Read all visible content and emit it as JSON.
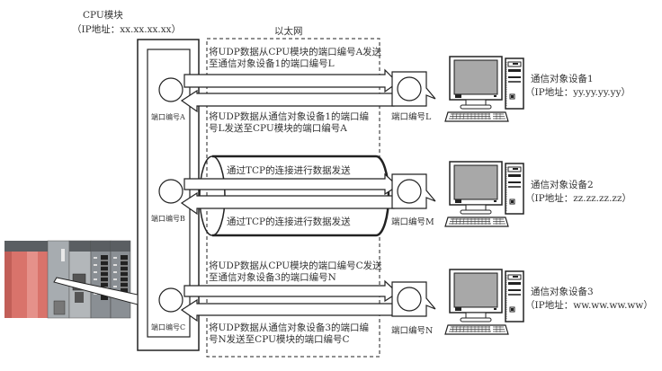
{
  "cpu_module": {
    "title": "CPU模块",
    "ip": "（IP地址：xx.xx.xx.xx）"
  },
  "network_label": "以太网",
  "cpu_ports": [
    {
      "label": "端口编号A"
    },
    {
      "label": "端口编号B"
    },
    {
      "label": "端口编号C"
    }
  ],
  "connections": [
    {
      "protocol": "UDP",
      "send_text_line1": "将UDP数据从CPU模块的端口编号A发送",
      "send_text_line2": "至通信对象设备1的端口编号L",
      "recv_text_line1": "将UDP数据从通信对象设备1的端口编",
      "recv_text_line2": "号L发送至CPU模块的端口编号A",
      "remote_port": "端口编号L",
      "device_name": "通信对象设备1",
      "device_ip": "（IP地址：yy.yy.yy.yy）"
    },
    {
      "protocol": "TCP",
      "send_text_line1": "通过TCP的连接进行数据发送",
      "recv_text_line1": "通过TCP的连接进行数据发送",
      "remote_port": "端口编号M",
      "device_name": "通信对象设备2",
      "device_ip": "（IP地址：zz.zz.zz.zz）"
    },
    {
      "protocol": "UDP",
      "send_text_line1": "将UDP数据从CPU模块的端口编号C发送",
      "send_text_line2": "至通信对象设备3的端口编号N",
      "recv_text_line1": "将UDP数据从通信对象设备3的端口编",
      "recv_text_line2": "号N发送至CPU模块的端口编号C",
      "remote_port": "端口编号N",
      "device_name": "通信对象设备3",
      "device_ip": "（IP地址：ww.ww.ww.ww）"
    }
  ],
  "colors": {
    "line": "#222222",
    "plc_red": "#d9736b",
    "plc_gray": "#8a8f94"
  }
}
